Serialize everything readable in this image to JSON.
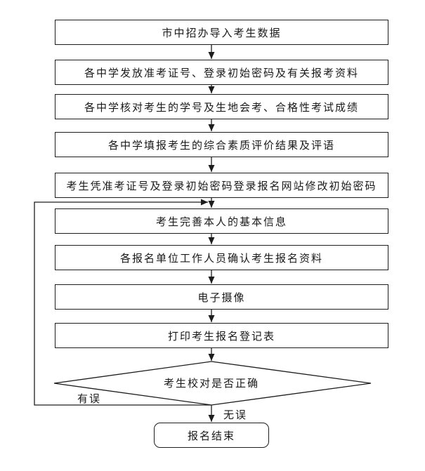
{
  "diagram": {
    "type": "flowchart",
    "colors": {
      "line": "#1d1d1d",
      "text": "#1a1a1a",
      "background": "#ffffff"
    },
    "steps": [
      {
        "label": "市中招办导入考生数据"
      },
      {
        "label": "各中学发放准考证号、登录初始密码及有关报考资料"
      },
      {
        "label": "各中学核对考生的学号及生地会考、合格性考试成绩"
      },
      {
        "label": "各中学填报考生的综合素质评价结果及评语"
      },
      {
        "label": "考生凭准考证号及登录初始密码登录报名网站修改初始密码"
      },
      {
        "label": "考生完善本人的基本信息"
      },
      {
        "label": "各报名单位工作人员确认考生报名资料"
      },
      {
        "label": "电子摄像"
      },
      {
        "label": "打印考生报名登记表"
      }
    ],
    "decision": {
      "label": "考生校对是否正确"
    },
    "branches": {
      "error": "有误",
      "ok": "无误"
    },
    "end": {
      "label": "报名结束"
    },
    "flow": [
      "step-0 -> step-1 -> step-2 -> step-3 -> step-4 -> step-5 -> step-6 -> step-7 -> step-8 -> decision",
      "decision --有误--> step-5",
      "decision --无误--> end"
    ]
  }
}
